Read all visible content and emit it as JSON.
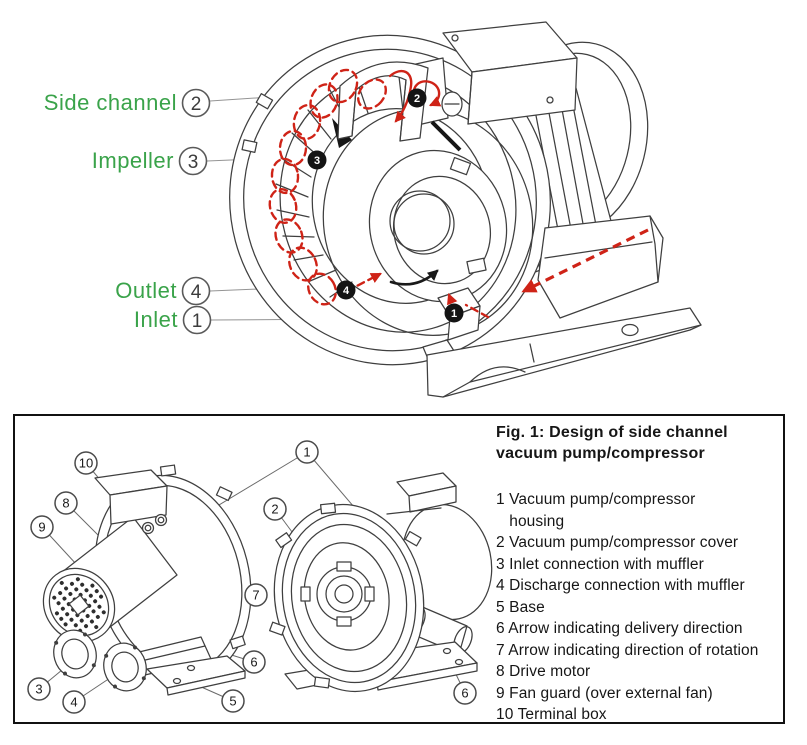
{
  "top_diagram": {
    "labels": [
      {
        "text": "Side channel",
        "num": "2"
      },
      {
        "text": "Impeller",
        "num": "3"
      },
      {
        "text": "Outlet",
        "num": "4"
      },
      {
        "text": "Inlet",
        "num": "1"
      }
    ],
    "flow_markers": [
      "2",
      "3",
      "4",
      "1"
    ],
    "label_color": "#3aa34a",
    "flow_arrow_color": "#cf2317"
  },
  "figure_box": {
    "title": "Fig. 1: Design of side channel\nvacuum pump/compressor",
    "legend_items": [
      "1 Vacuum pump/compressor\n   housing",
      "2 Vacuum pump/compressor cover",
      "3 Inlet connection with muffler",
      "4 Discharge connection with muffler",
      "5 Base",
      "6 Arrow indicating delivery direction",
      "7 Arrow indicating direction of rotation",
      "8 Drive motor",
      "9 Fan guard (over external fan)",
      "10 Terminal box"
    ],
    "callouts_left": [
      "10",
      "8",
      "9",
      "3",
      "4",
      "5",
      "6",
      "7"
    ],
    "callouts_right": [
      "1",
      "2",
      "6"
    ]
  }
}
